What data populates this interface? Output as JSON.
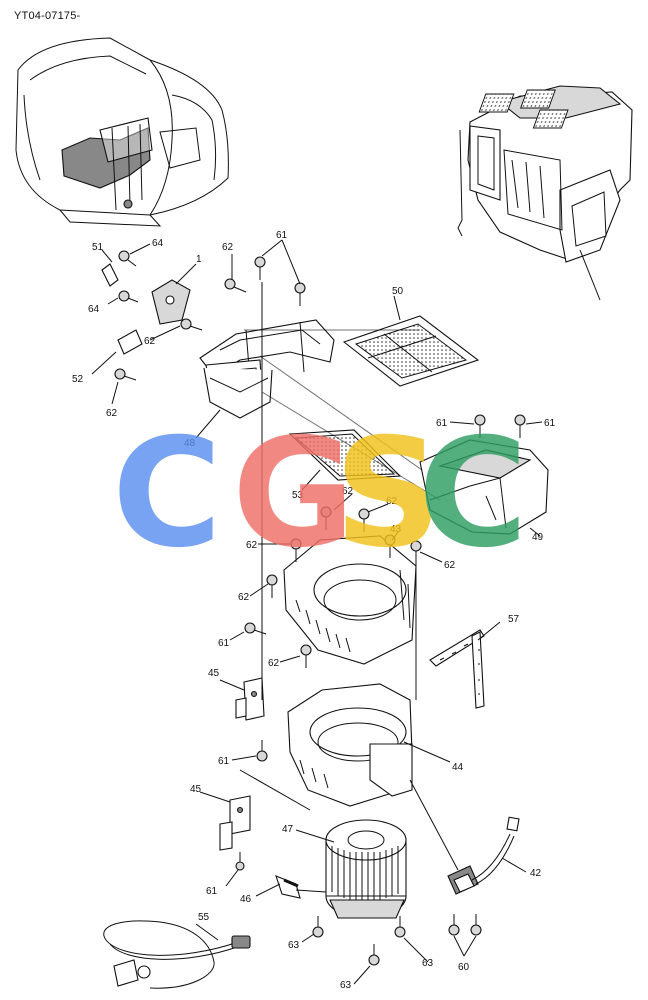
{
  "drawing_code": "YT04-07175-",
  "callouts": {
    "c1": "1",
    "c42": "42",
    "c43": "43",
    "c44": "44",
    "c45a": "45",
    "c45b": "45",
    "c46": "46",
    "c47": "47",
    "c48": "48",
    "c49": "49",
    "c50": "50",
    "c51": "51",
    "c52": "52",
    "c53": "53",
    "c55": "55",
    "c57": "57",
    "c60": "60",
    "c61a": "61",
    "c61b": "61",
    "c61c": "61",
    "c61d": "61",
    "c61e": "61",
    "c61f": "61",
    "c62a": "62",
    "c62b": "62",
    "c62c": "62",
    "c62d": "62",
    "c62e": "62",
    "c62f": "62",
    "c62g": "62",
    "c62h": "62",
    "c62i": "62",
    "c63a": "63",
    "c63b": "63",
    "c63c": "63",
    "c64a": "64",
    "c64b": "64"
  },
  "watermark": {
    "letters": [
      "C",
      "G",
      "S",
      "C"
    ],
    "colors": [
      "#5b8ef0",
      "#ef6f66",
      "#f2c21a",
      "#2f9e62"
    ]
  }
}
